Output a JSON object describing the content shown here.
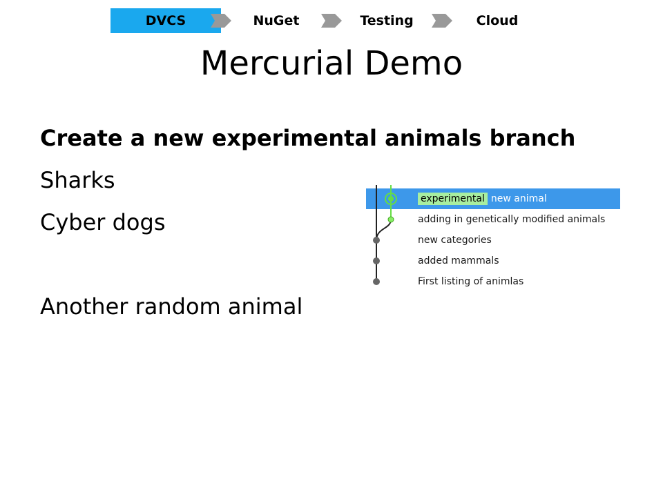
{
  "nav": {
    "steps": [
      {
        "label": "DVCS",
        "active": true
      },
      {
        "label": "NuGet",
        "active": false
      },
      {
        "label": "Testing",
        "active": false
      },
      {
        "label": "Cloud",
        "active": false
      }
    ],
    "active_color": "#1aa8ee",
    "arrow_color": "#999999"
  },
  "slide": {
    "title": "Mercurial Demo",
    "bullets": [
      "Create a new experimental animals branch",
      "Sharks",
      "Cyber dogs",
      "Another random animal"
    ]
  },
  "history": {
    "selected_color": "#3d98ea",
    "branch_color": "#66dd44",
    "rows": [
      {
        "branch_tag": "experimental",
        "message": "new animal",
        "selected": true
      },
      {
        "branch_tag": "",
        "message": "adding in genetically modified animals",
        "selected": false
      },
      {
        "branch_tag": "",
        "message": "new categories",
        "selected": false
      },
      {
        "branch_tag": "",
        "message": "added mammals",
        "selected": false
      },
      {
        "branch_tag": "",
        "message": "First listing of animlas",
        "selected": false
      }
    ]
  }
}
